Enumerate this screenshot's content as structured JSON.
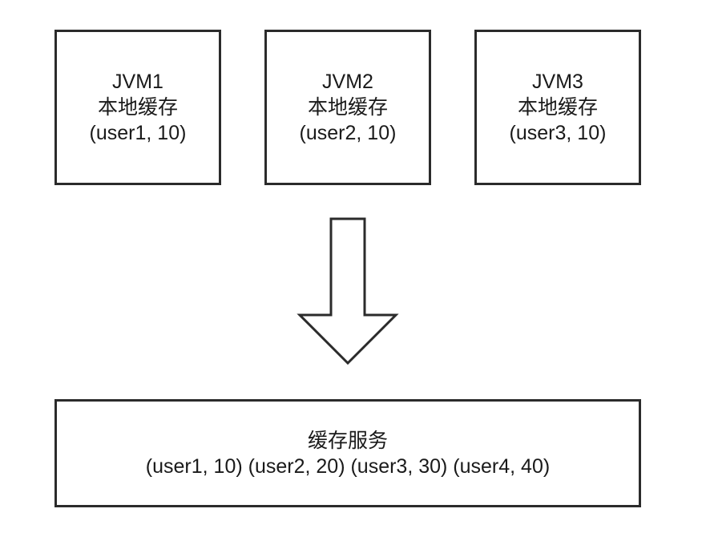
{
  "jvm_boxes": [
    {
      "name": "JVM1",
      "label": "本地缓存",
      "entry": "(user1, 10)"
    },
    {
      "name": "JVM2",
      "label": "本地缓存",
      "entry": "(user2, 10)"
    },
    {
      "name": "JVM3",
      "label": "本地缓存",
      "entry": "(user3, 10)"
    }
  ],
  "cache_service": {
    "title": "缓存服务",
    "entries": "(user1, 10) (user2, 20) (user3, 30) (user4, 40)"
  },
  "colors": {
    "stroke": "#2b2b2b",
    "background": "#ffffff",
    "text": "#1a1a1a"
  }
}
